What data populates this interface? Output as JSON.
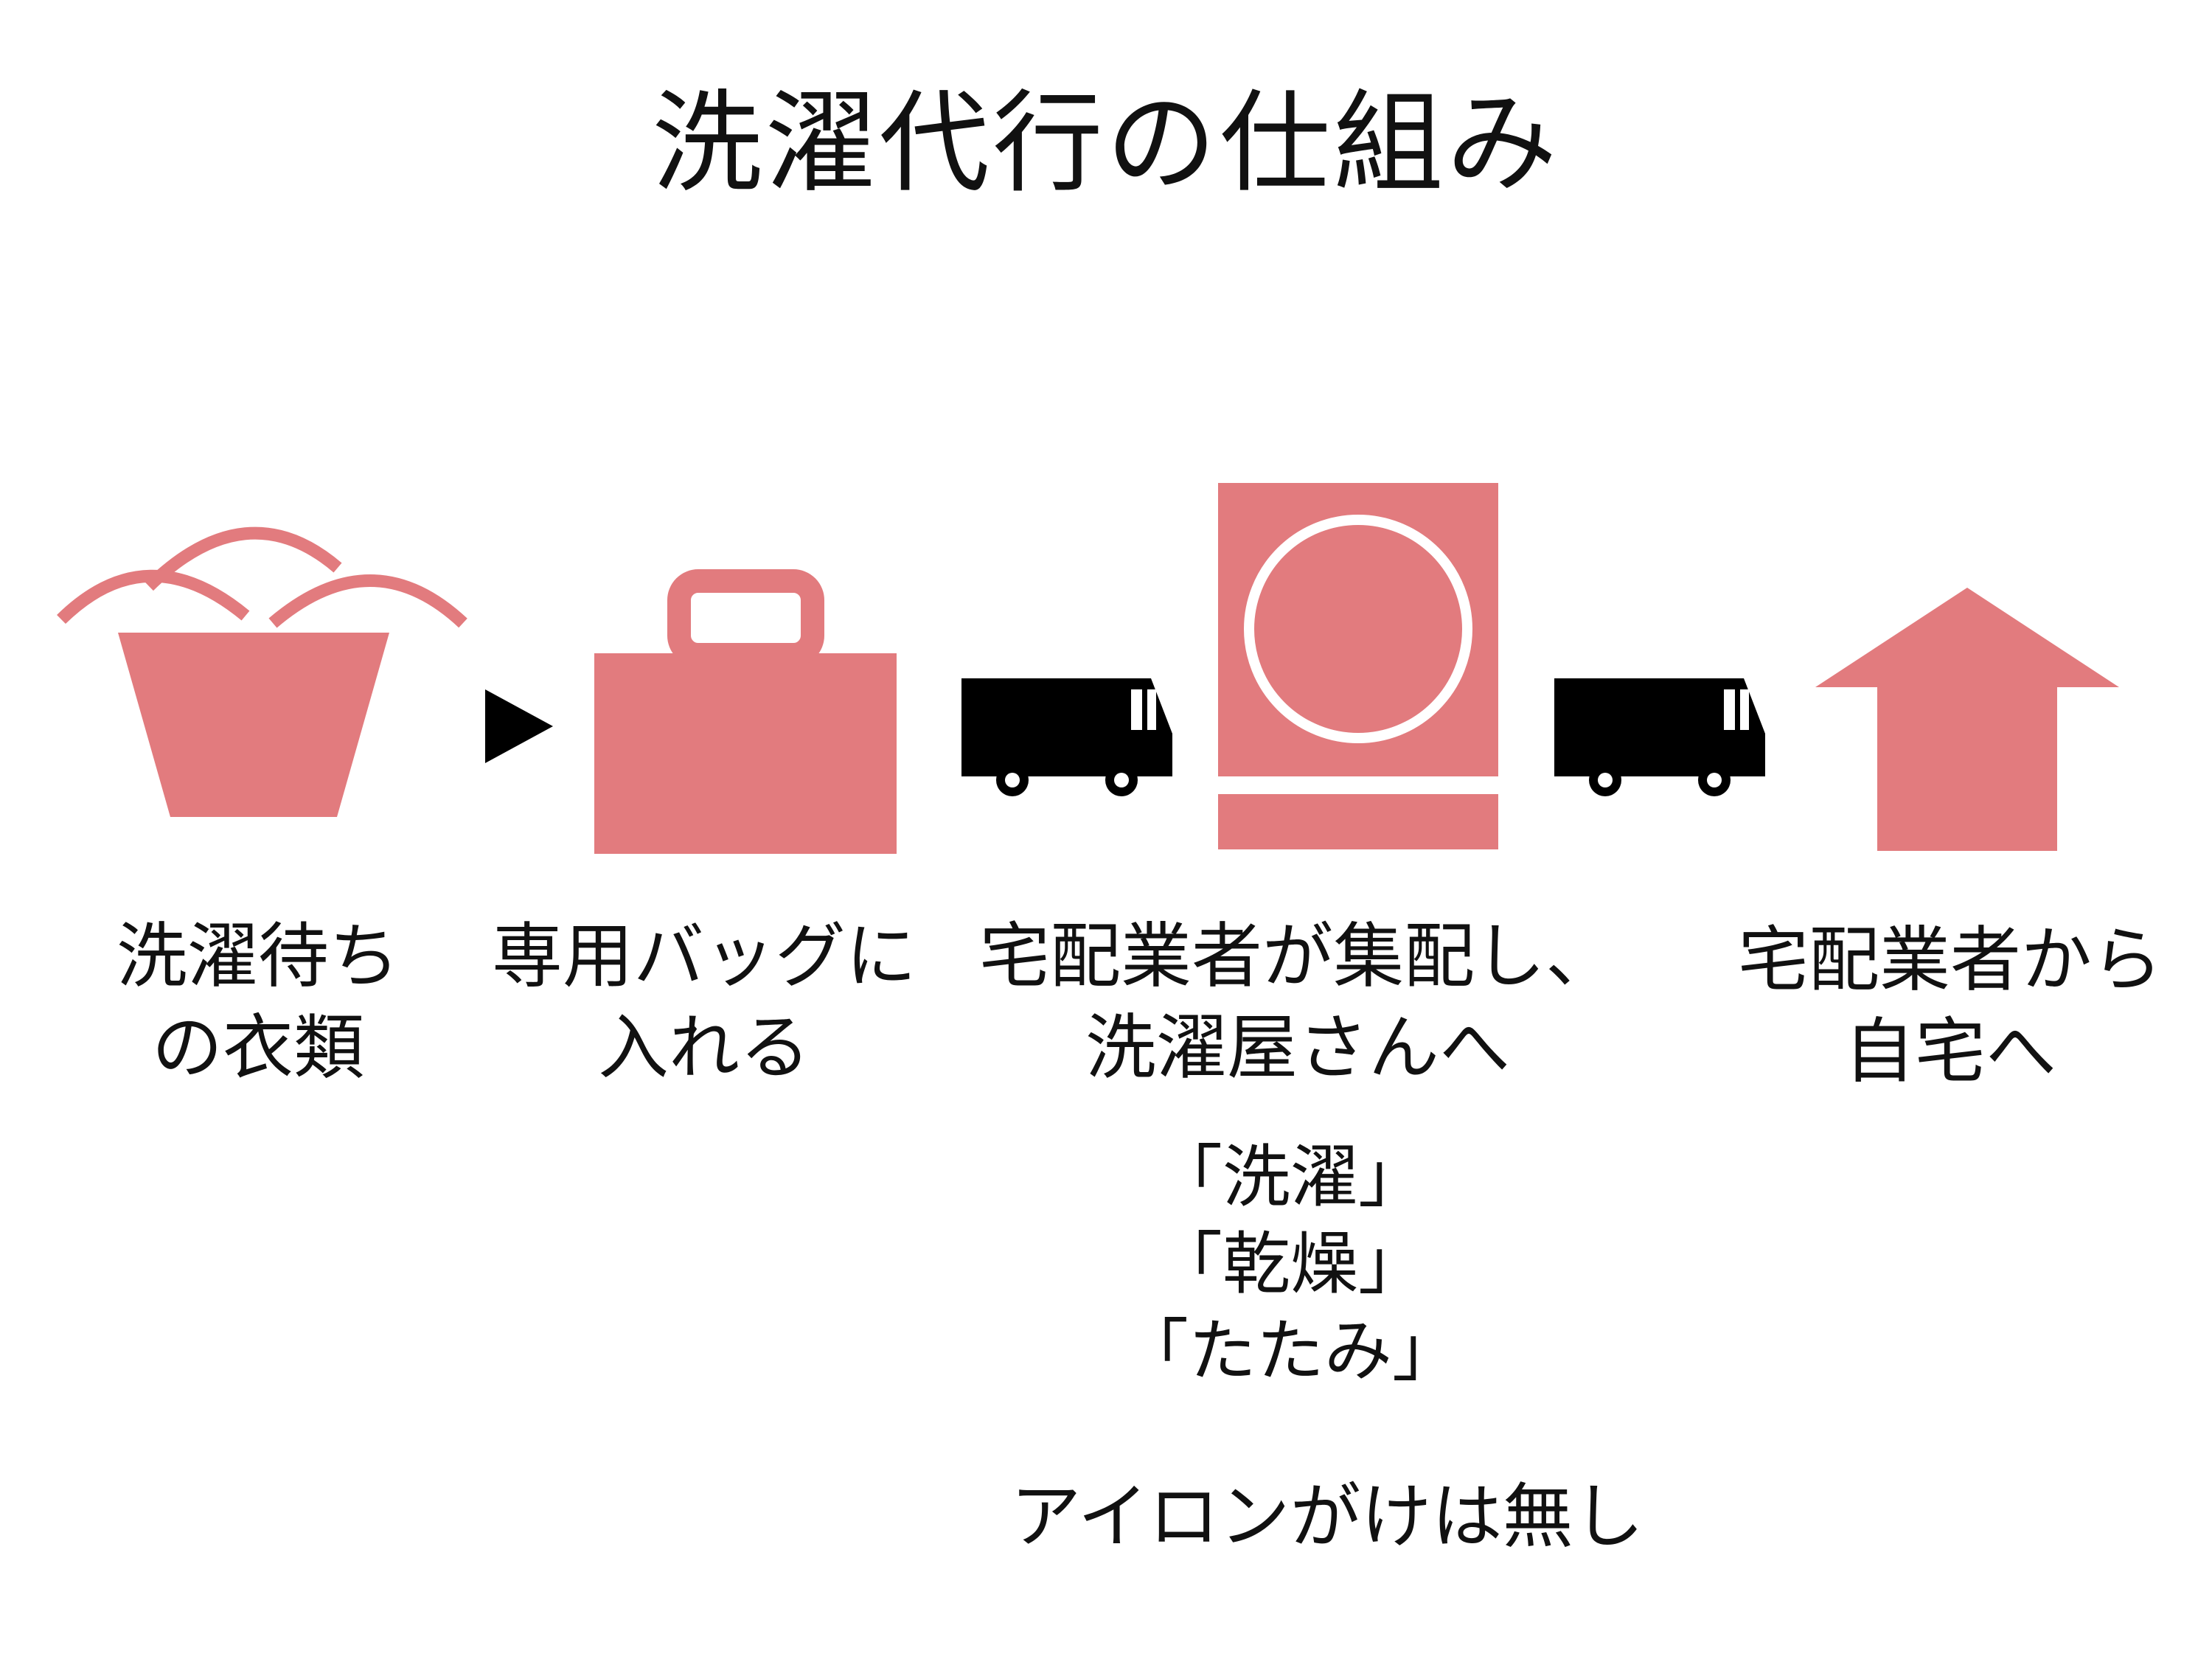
{
  "title": "洗濯代行の仕組み",
  "colors": {
    "accent": "#e27b7e",
    "vehicle": "#000000",
    "background": "#ffffff"
  },
  "steps": [
    {
      "icon": "laundry-basket-icon",
      "lines": [
        "洗濯待ち",
        "の衣類"
      ]
    },
    {
      "icon": "bag-icon",
      "lines": [
        "専用バッグに",
        "入れる"
      ]
    },
    {
      "icon": "truck-icon",
      "lines": [
        "宅配業者が集配し、",
        "洗濯屋さんへ"
      ]
    },
    {
      "icon": "house-icon",
      "lines": [
        "宅配業者から",
        "自宅へ"
      ]
    }
  ],
  "process_notes": [
    "「洗濯」",
    "「乾燥」",
    "「たたみ」"
  ],
  "exception_note": "アイロンがけは無し"
}
